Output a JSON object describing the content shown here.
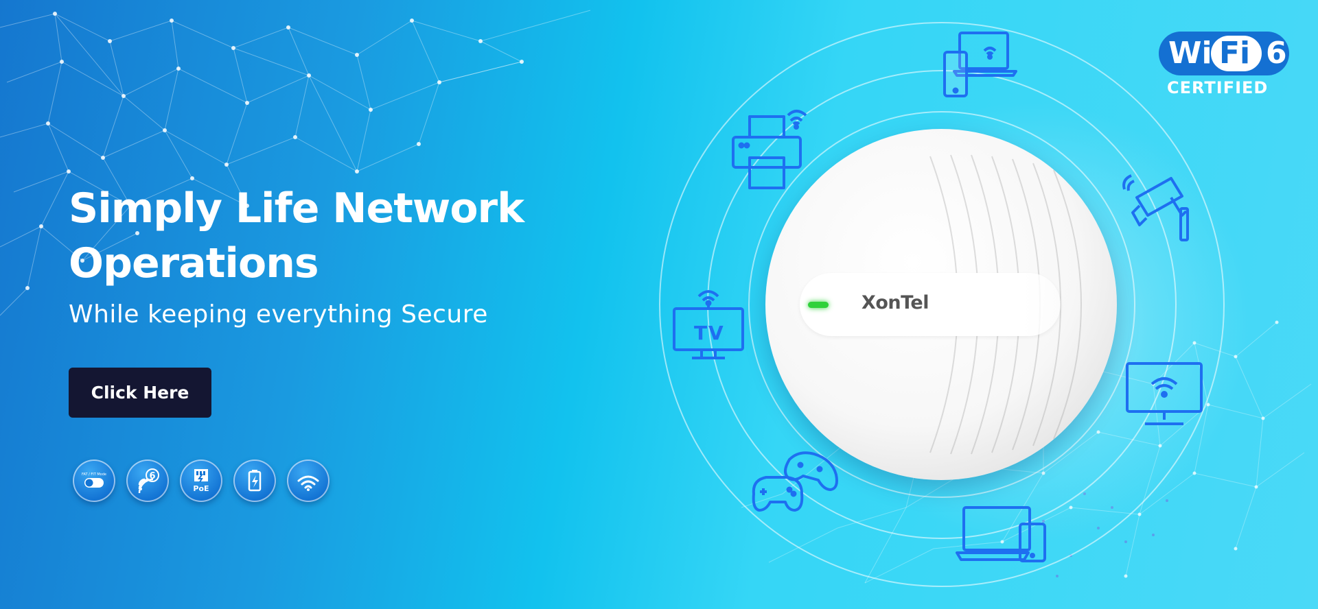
{
  "hero": {
    "headline": "Simply Life Network Operations",
    "subline": "While keeping everything Secure",
    "cta_label": "Click Here"
  },
  "features": [
    {
      "icon": "nat-fit-mode-toggle-icon",
      "label": "FAT / FIT Mode"
    },
    {
      "icon": "wifi6-signal-icon",
      "label": "6"
    },
    {
      "icon": "poe-icon",
      "label": "PoE"
    },
    {
      "icon": "battery-charge-icon"
    },
    {
      "icon": "wifi-signal-icon"
    }
  ],
  "device": {
    "brand": "XonTel",
    "led_color": "#2fd13a"
  },
  "badge": {
    "wi": "Wi",
    "fi": "Fi",
    "six": "6",
    "certified": "CERTIFIED"
  },
  "surrounding_icons": [
    "phone-laptop-icon",
    "printer-icon",
    "security-camera-icon",
    "tv-icon",
    "monitor-icon",
    "gamepads-icon",
    "laptop-tablet-icon"
  ],
  "colors": {
    "icon_blue": "#1e6ff0",
    "button_dark": "#141632",
    "badge_blue": "#1470d2"
  }
}
